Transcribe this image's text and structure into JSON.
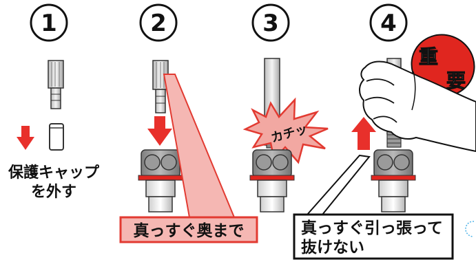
{
  "steps": [
    {
      "number": "1",
      "caption_line1": "保護キャップ",
      "caption_line2": "を外す"
    },
    {
      "number": "2",
      "callout": "真っすぐ奥まで"
    },
    {
      "number": "3",
      "burst": "カチッ"
    },
    {
      "number": "4",
      "badge_top": "重",
      "badge_bottom": "要",
      "callout_line1": "真っすぐ引っ張って",
      "callout_line2": "抜けない"
    }
  ],
  "colors": {
    "arrow_red": "#e8302b",
    "callout_pink": "#f5b7b3",
    "callout_red_border": "#e23a31",
    "badge_red": "#e0261f",
    "burst_fill": "#f2a8a2",
    "connector_gray": "#9a9a9a",
    "ring_red": "#e0261f",
    "black_callout_fill": "#ffffff"
  },
  "icons": [
    "down-arrow-icon",
    "up-arrow-icon",
    "hand-icon",
    "cap-icon",
    "pipe-fitting-icon"
  ]
}
